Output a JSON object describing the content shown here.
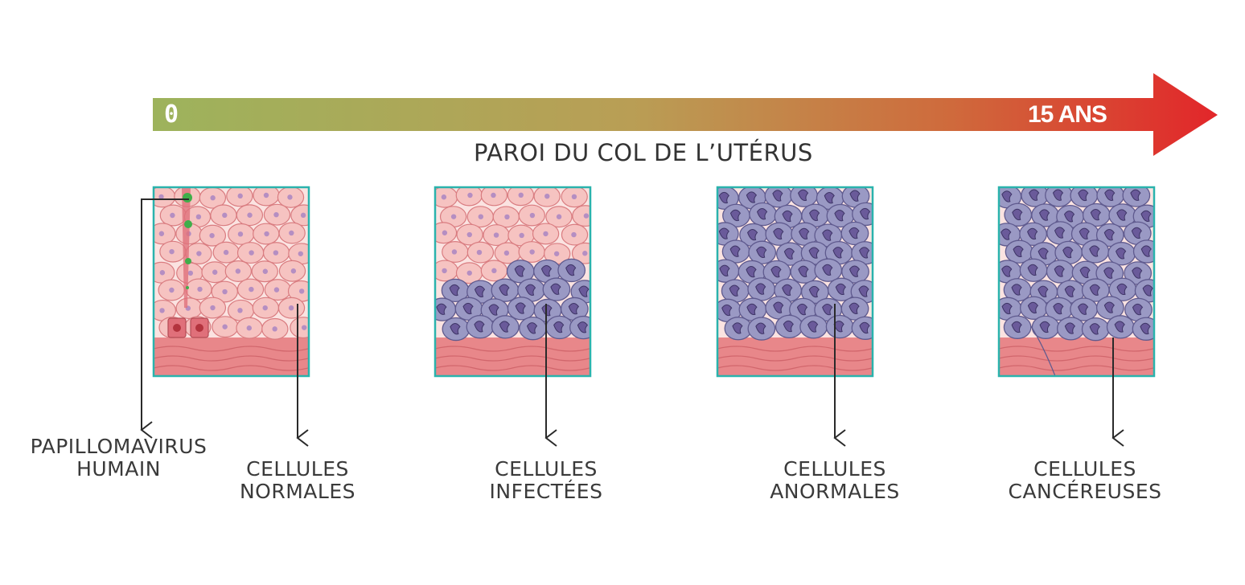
{
  "timeline": {
    "start_label": "0",
    "end_label": "15 ANS",
    "title": "PAROI DU COL DE L’UTÉRUS",
    "gradient_colors": [
      "#9db35c",
      "#b99e55",
      "#cf6a3c",
      "#e2262a"
    ]
  },
  "virus": {
    "line1": "PAPILLOMAVIRUS",
    "line2": "HUMAIN",
    "color": "#3fae4a"
  },
  "panels": [
    {
      "stage": "normal",
      "line1": "CELLULES",
      "line2": "NORMALES"
    },
    {
      "stage": "infected",
      "line1": "CELLULES",
      "line2": "INFECTÉES"
    },
    {
      "stage": "abnormal",
      "line1": "CELLULES",
      "line2": "ANORMALES"
    },
    {
      "stage": "cancerous",
      "line1": "CELLULES",
      "line2": "CANCÉREUSES"
    }
  ],
  "colors": {
    "frame": "#2ab3ad",
    "healthy_cell": "#f6c3c1",
    "healthy_nucleus": "#b58ec2",
    "abnormal_cell": "#9a99c4",
    "abnormal_nucleus": "#6a5a9a",
    "stroma": "#e8878a"
  }
}
